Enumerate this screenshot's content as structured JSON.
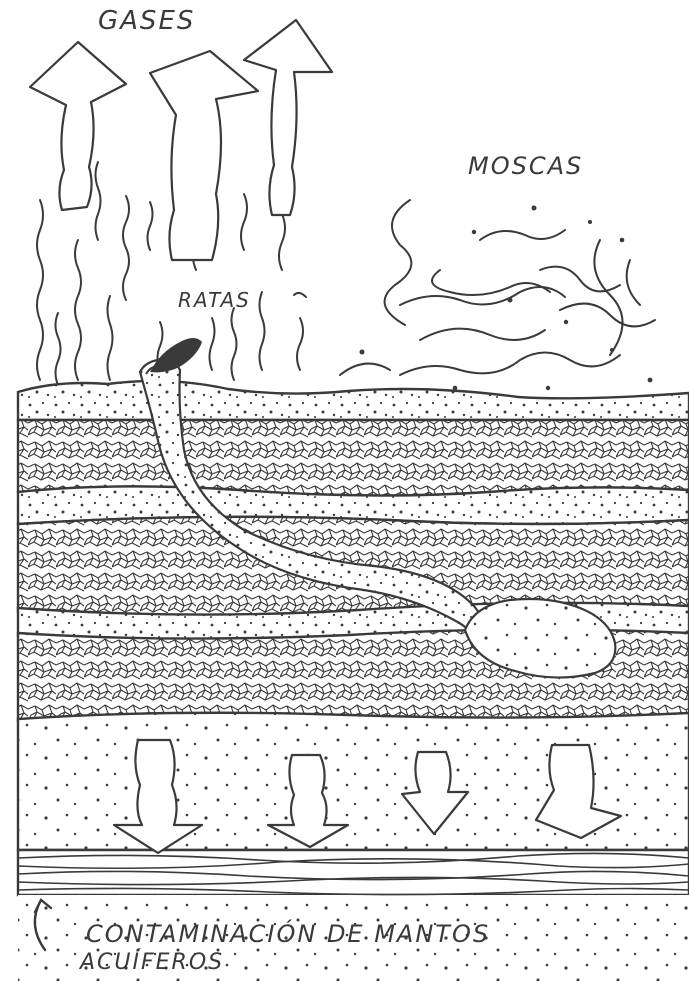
{
  "labels": {
    "gases": "GASES",
    "moscas": "MOSCAS",
    "ratas": "RATAS",
    "contaminacion_line1": "CONTAMINACIÓN DE MANTOS",
    "contaminacion_line2": "ACUÍFEROS"
  },
  "colors": {
    "ink": "#3a3a3a",
    "paper": "#ffffff"
  },
  "icons": [
    "up-arrow-icon",
    "down-arrow-icon",
    "rat-icon",
    "curved-arrow-icon"
  ]
}
